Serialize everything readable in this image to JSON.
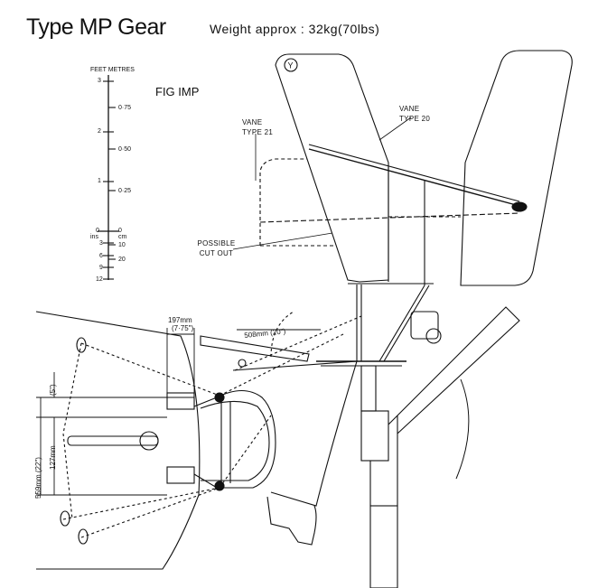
{
  "title": "Type MP Gear",
  "weight": "Weight approx : 32kg(70lbs)",
  "figure_label": "FIG IMP",
  "scale": {
    "units_top": "FEET METRES",
    "feet": [
      "3",
      "2",
      "1",
      "0"
    ],
    "metres": [
      "0·75",
      "0·50",
      "0·25",
      "0"
    ],
    "units_bottom_left": "ins",
    "units_bottom_right": "cm",
    "inches": [
      "3",
      "6",
      "9",
      "12"
    ],
    "cm": [
      "10",
      "20"
    ]
  },
  "labels": {
    "vane_21": "VANE TYPE 21",
    "vane_20": "VANE TYPE 20",
    "cut_out": "POSSIBLE CUT OUT",
    "dim_197": "197mm",
    "dim_775": "(7·75\")",
    "dim_508": "508mm (20\")",
    "dim_5": "(5\")",
    "dim_127": "127mm",
    "dim_559": "559mm (22\")"
  },
  "colors": {
    "ink": "#111111",
    "paper": "#ffffff"
  }
}
